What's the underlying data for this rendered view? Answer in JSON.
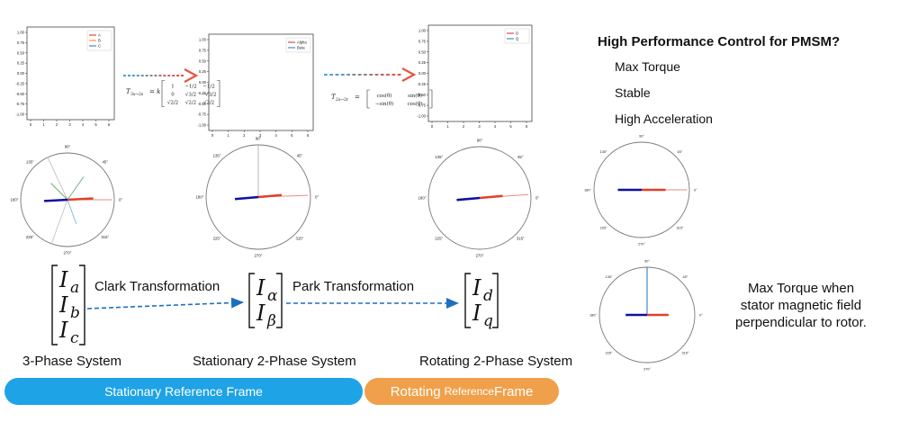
{
  "plots": [
    {
      "legend": [
        "A",
        "B",
        "C"
      ],
      "colors": [
        "#d62728",
        "#ff7f0e",
        "#1f77b4"
      ],
      "yticks": [
        "1.00",
        "0.75",
        "0.50",
        "0.25",
        "0.00",
        "-0.25",
        "-0.50",
        "-0.75",
        "-1.00"
      ],
      "xticks": [
        "0",
        "1",
        "2",
        "3",
        "4",
        "5",
        "6"
      ]
    },
    {
      "legend": [
        "Alpha",
        "Beta"
      ],
      "colors": [
        "#d62728",
        "#1f77b4"
      ],
      "yticks": [
        "1.00",
        "0.75",
        "0.50",
        "0.25",
        "0.00",
        "-0.25",
        "-0.50",
        "-0.75",
        "-1.00"
      ],
      "xticks": [
        "0",
        "1",
        "2",
        "3",
        "4",
        "5",
        "6"
      ]
    },
    {
      "legend": [
        "D",
        "Q"
      ],
      "colors": [
        "#d62728",
        "#1f77b4"
      ],
      "yticks": [
        "1.00",
        "0.75",
        "0.50",
        "0.25",
        "0.00",
        "-0.25",
        "-0.50",
        "-0.75",
        "-1.00"
      ],
      "xticks": [
        "0",
        "1",
        "2",
        "3",
        "4",
        "5",
        "6"
      ]
    }
  ],
  "polar_ticks": [
    "0°",
    "45°",
    "90°",
    "135°",
    "180°",
    "225°",
    "270°",
    "315°"
  ],
  "clark_matrix": {
    "prefix": "T",
    "sub": "3s→2s",
    "eq": "= k",
    "rows": [
      [
        "1",
        "−1/2",
        "−1/2"
      ],
      [
        "0",
        "√3/2",
        "−√3/2"
      ],
      [
        "√2/2",
        "√2/2",
        "√2/2"
      ]
    ]
  },
  "park_matrix": {
    "prefix": "T",
    "sub": "2s→2r",
    "eq": "=",
    "rows": [
      [
        "cos(θ)",
        "sin(θ)"
      ],
      [
        "−sin(θ)",
        "cos(θ)"
      ]
    ]
  },
  "vectors": {
    "abc": [
      {
        "sub": "a"
      },
      {
        "sub": "b"
      },
      {
        "sub": "c"
      }
    ],
    "ab": [
      {
        "sub": "α"
      },
      {
        "sub": "β"
      }
    ],
    "dq": [
      {
        "sub": "d"
      },
      {
        "sub": "q"
      }
    ]
  },
  "labels": {
    "clark": "Clark Transformation",
    "park": "Park Transformation",
    "sys3": "3-Phase System",
    "sys2s": "Stationary 2-Phase System",
    "sys2r": "Rotating 2-Phase System",
    "title": "High Performance Control for PMSM?",
    "goal1": "Max Torque",
    "goal2": "Stable",
    "goal3": "High Acceleration",
    "note1": "Max Torque when",
    "note2": "stator magnetic field",
    "note3": "perpendicular to rotor."
  },
  "frames": {
    "stationary": {
      "text": "Stationary Reference Frame",
      "color": "#1ea3e6"
    },
    "rotating": {
      "pre": "Rotating ",
      "mid": "Reference ",
      "post": "Frame",
      "color": "#f0a04b"
    }
  },
  "colors": {
    "red": "#e0402a",
    "blue": "#1010a0",
    "mblue": "#1e6fc0",
    "orange": "#e46a4b",
    "cyan": "#3aa9d8"
  }
}
